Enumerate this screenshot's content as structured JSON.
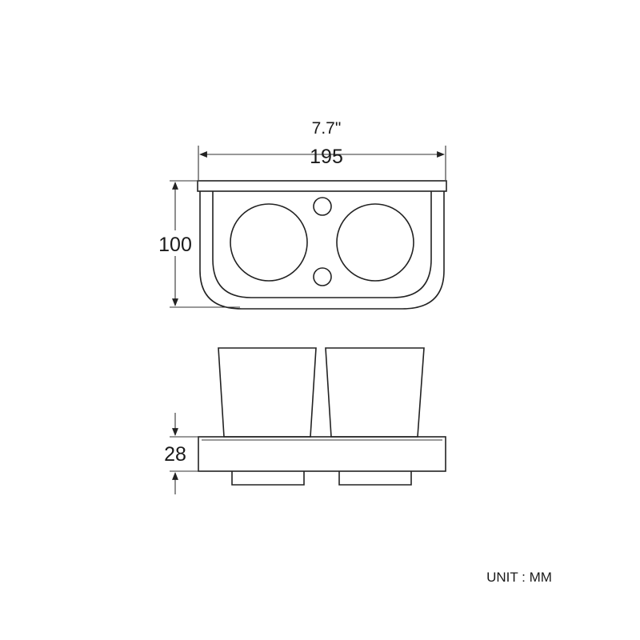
{
  "dimensions": {
    "width_in": "7.7\"",
    "width_mm": "195",
    "height_mm": "100",
    "depth_mm": "28"
  },
  "unit_label": "UNIT : MM",
  "colors": {
    "line": "#222222",
    "background": "#ffffff"
  }
}
